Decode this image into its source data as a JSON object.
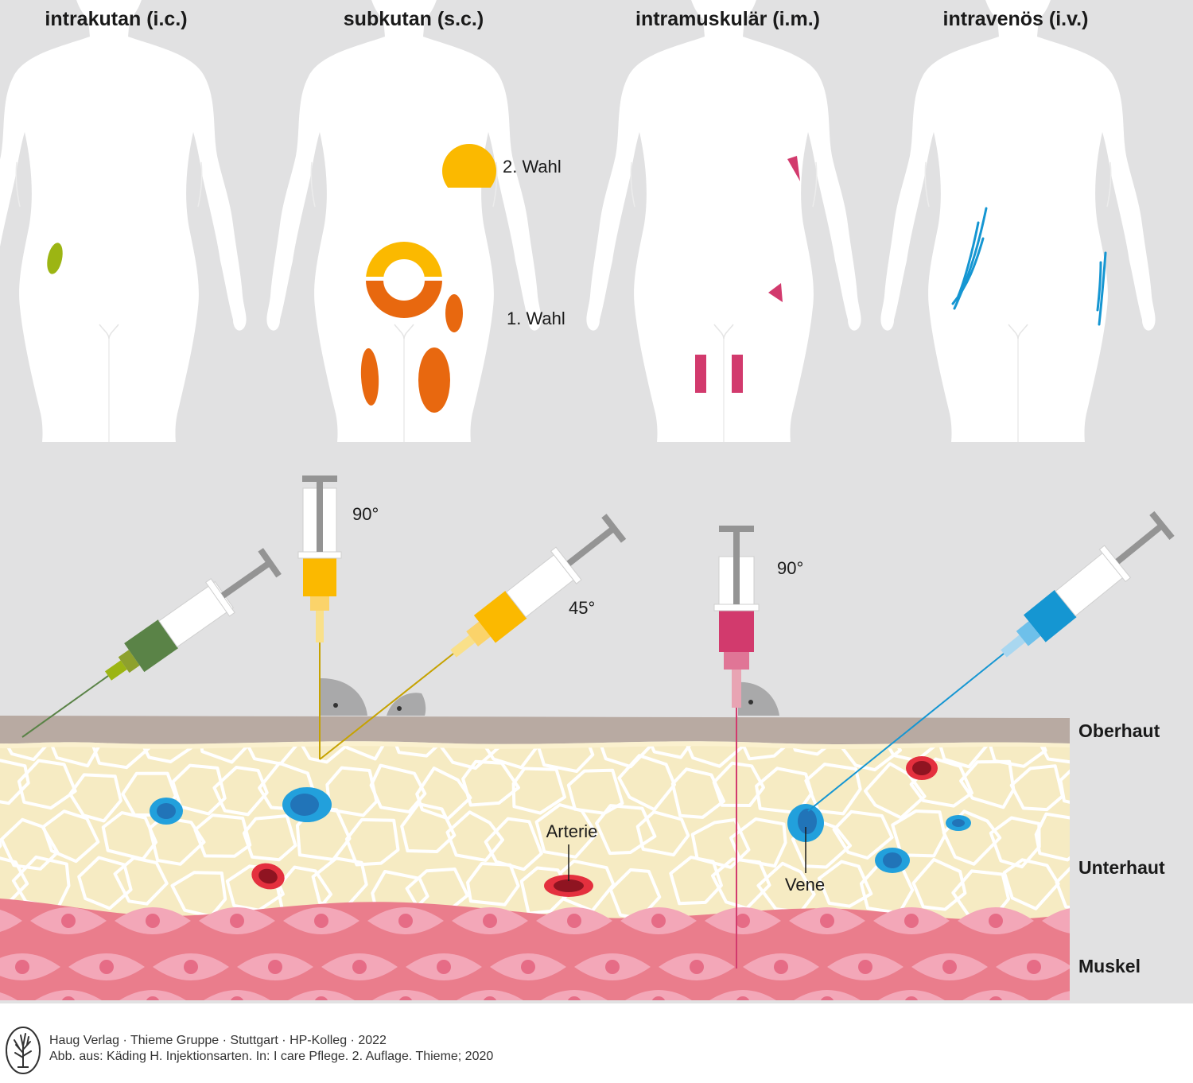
{
  "colors": {
    "background": "#e1e1e2",
    "body": "#ffffff",
    "intrakutan": "#9cb513",
    "intrakutan_dark": "#5a8347",
    "subkutan_first": "#e8680f",
    "subkutan_second": "#fbb900",
    "intramuskulaer": "#d23a6d",
    "intravenoes": "#1596d2",
    "oberhaut": "#b8aaa2",
    "unterhaut": "#f6ebc3",
    "muskel_a": "#ea7d8c",
    "muskel_b": "#f3a7b8",
    "arterie": "#e4303e",
    "vene": "#22a0dc"
  },
  "panels": [
    {
      "title": "intrakutan (i.c.)"
    },
    {
      "title": "subkutan (s.c.)",
      "labels": [
        "2. Wahl",
        "1. Wahl"
      ]
    },
    {
      "title": "intramuskulär (i.m.)"
    },
    {
      "title": "intravenös (i.v.)"
    }
  ],
  "angles": {
    "subkutan_vertical": "90°",
    "subkutan_angled": "45°",
    "intramuskulaer": "90°"
  },
  "vessels": {
    "arterie": "Arterie",
    "vene": "Vene"
  },
  "layers": {
    "oberhaut": "Oberhaut",
    "unterhaut": "Unterhaut",
    "muskel": "Muskel"
  },
  "footer": {
    "line1": "Haug Verlag · Thieme Gruppe · Stuttgart · HP-Kolleg · 2022",
    "line2": "Abb. aus: Käding H. Injektionsarten. In: I care Pflege. 2. Auflage. Thieme; 2020"
  }
}
